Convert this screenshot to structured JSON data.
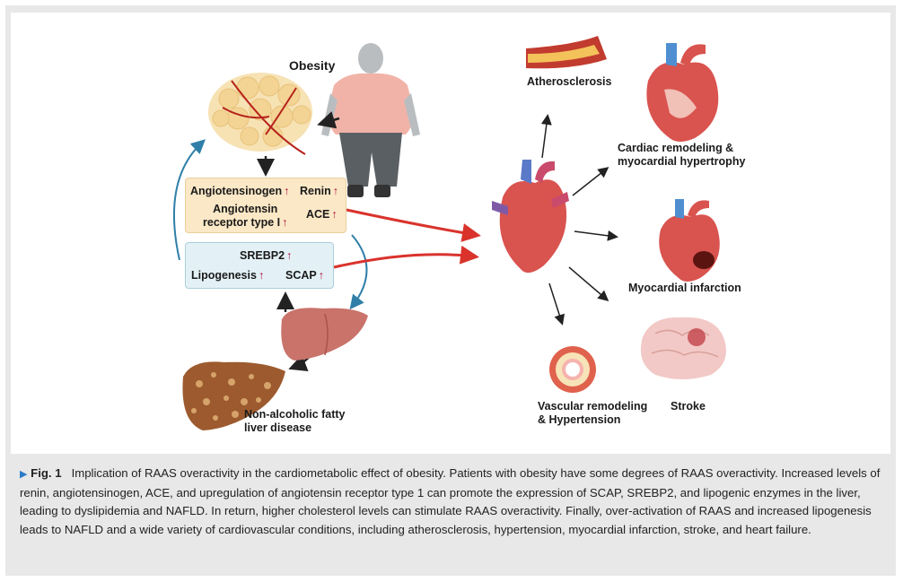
{
  "labels": {
    "obesity": "Obesity",
    "angiotensinogen": "Angiotensinogen",
    "renin": "Renin",
    "receptor_line1": "Angiotensin",
    "receptor_line2": "receptor type I",
    "ace": "ACE",
    "srebp2": "SREBP2",
    "lipogenesis": "Lipogenesis",
    "scap": "SCAP",
    "nafld_line1": "Non-alcoholic fatty",
    "nafld_line2": "liver disease",
    "atherosclerosis": "Atherosclerosis",
    "cardiac_line1": "Cardiac remodeling &",
    "cardiac_line2": "myocardial hypertrophy",
    "infarction": "Myocardial infarction",
    "vascular_line1": "Vascular remodeling",
    "vascular_line2": "& Hypertension",
    "stroke": "Stroke",
    "up_arrow": "↑"
  },
  "caption": {
    "marker": "▶",
    "fig_label": "Fig. 1",
    "text": "Implication of RAAS overactivity in the cardiometabolic effect of obesity. Patients with obesity have some degrees of RAAS overactivity. Increased levels of renin, angiotensinogen, ACE, and upregulation of angiotensin receptor type 1 can promote the expression of SCAP, SREBP2, and lipogenic enzymes in the liver, leading to dyslipidemia and NAFLD. In return, higher cholesterol levels can stimulate RAAS overactivity. Finally, over-activation of RAAS and increased lipogenesis leads to NAFLD and a wide variety of cardiovascular conditions, including atherosclerosis, hypertension, myocardial infarction, stroke, and heart failure."
  },
  "colors": {
    "raas_box": "#fbe8c6",
    "lipid_box": "#e3f1f6",
    "up_arrow": "#b0103e",
    "red_arrow": "#d9332c",
    "blue_arrow": "#2f7fa8"
  }
}
